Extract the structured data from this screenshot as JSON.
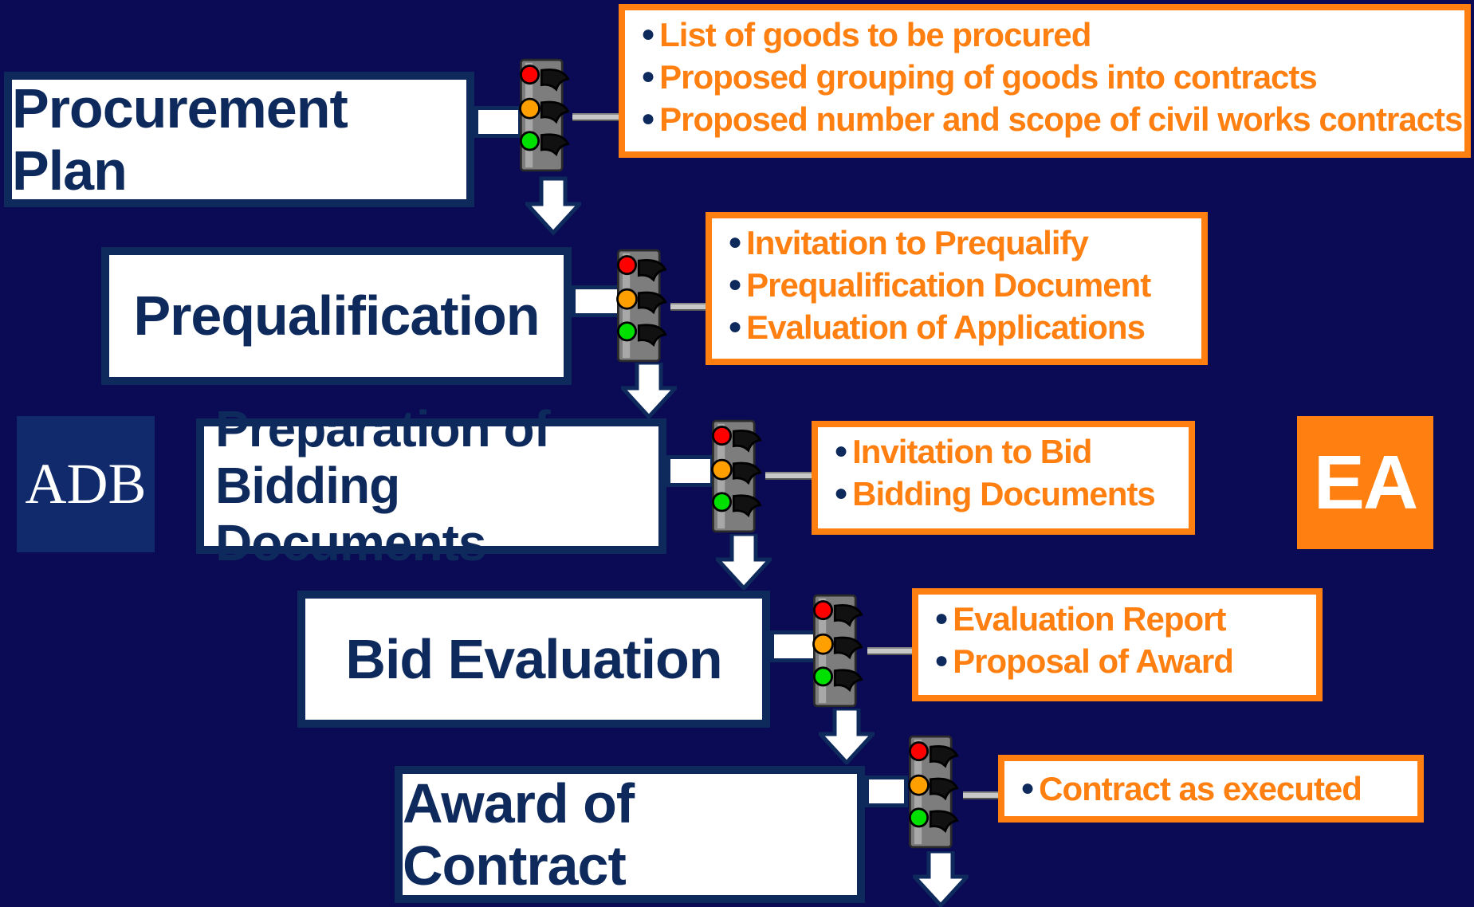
{
  "stages": [
    {
      "lines": [
        "Procurement Plan"
      ],
      "items": [
        "List of goods to be procured",
        "Proposed grouping of goods into contracts",
        "Proposed number and scope of civil works contracts"
      ]
    },
    {
      "lines": [
        "Prequalification"
      ],
      "items": [
        "Invitation to Prequalify",
        "Prequalification Document",
        "Evaluation of Applications"
      ]
    },
    {
      "lines": [
        "Preparation of",
        "Bidding Documents"
      ],
      "items": [
        "Invitation to Bid",
        "Bidding Documents"
      ]
    },
    {
      "lines": [
        "Bid Evaluation"
      ],
      "items": [
        "Evaluation Report",
        "Proposal of Award"
      ]
    },
    {
      "lines": [
        "Award of Contract"
      ],
      "items": [
        "Contract as executed"
      ]
    }
  ],
  "logos": {
    "left": "ADB",
    "right": "EA"
  },
  "colors": {
    "background": "#0a0a55",
    "stage_border": "#0e2a5c",
    "accent": "#ff7f11",
    "light_red": "#ff0000",
    "light_amber": "#ffa000",
    "light_green": "#00e000"
  },
  "icons": {
    "traffic_light": "traffic-light-icon",
    "arrow": "down-arrow-icon"
  }
}
